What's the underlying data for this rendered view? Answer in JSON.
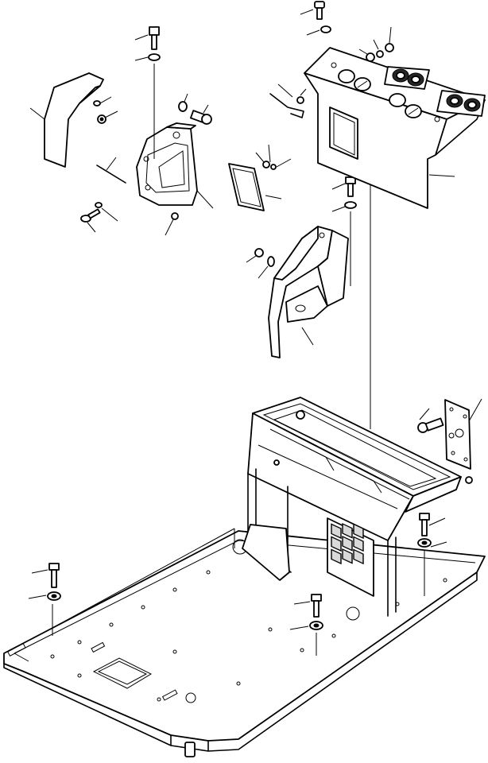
{
  "diagram": {
    "type": "exploded-parts-view",
    "colors": {
      "line": "#000000",
      "background": "#ffffff",
      "shade": "#d9d9d9"
    },
    "components": [
      "rear-cover-left",
      "side-console-bracket",
      "access-plate",
      "top-control-panel",
      "side-console-cover",
      "electrical-box-plate",
      "operator-compartment-frame",
      "floor-plate"
    ],
    "fastener_groups": [
      "floor-mount-bolts",
      "panel-bolts",
      "screws-and-washers"
    ]
  }
}
